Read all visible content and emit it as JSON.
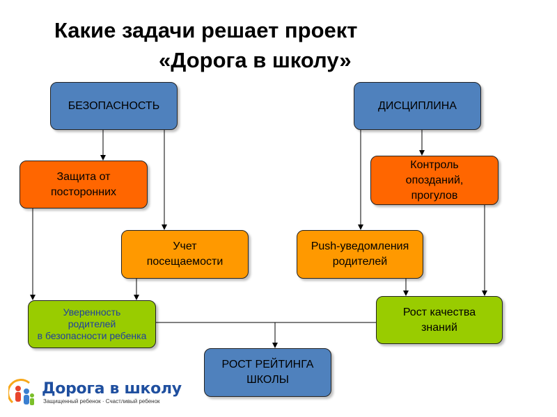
{
  "title": {
    "line1": "Какие задачи решает проект",
    "line2": "«Дорога в школу»"
  },
  "boxes": {
    "safety": "БЕЗОПАСНОСТЬ",
    "discipline": "ДИСЦИПЛИНА",
    "protection": "Защита от\nпосторонних",
    "lateness_control": "Контроль\nопозданий,\nпрогулов",
    "attendance": "Учет\nпосещаемости",
    "push": "Push-уведомления\nродителей",
    "confidence": "Уверенность\nродителей\nв безопасности ребенка",
    "knowledge": "Рост качества\nзнаний",
    "rating": "РОСТ РЕЙТИНГА\nШКОЛЫ"
  },
  "logo": {
    "name": "Дорога в школу",
    "slogan": "Защищенный ребенок · Счастливый ребенок"
  },
  "colors": {
    "blue": "#4f81bd",
    "red": "#ff6600",
    "orange": "#ff9900",
    "green": "#99cc00"
  }
}
